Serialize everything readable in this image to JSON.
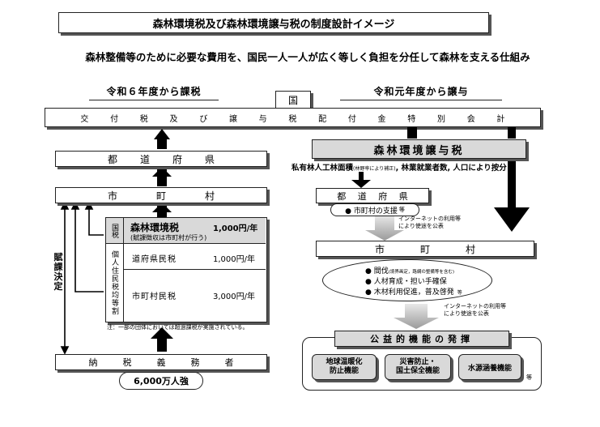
{
  "title": "森林環境税及び森林環境譲与税の制度設計イメージ",
  "subtitle": "森林整備等のために必要な費用を、国民一人一人が広く等しく負担を分任して森林を支える仕組み",
  "left_header": "令和６年度から課税",
  "right_header": "令和元年度から譲与",
  "kuni": "国",
  "kofuzei_row": [
    "交",
    "付",
    "税",
    "及",
    "び",
    "譲",
    "与",
    "税",
    "配",
    "付",
    "金",
    "特",
    "別",
    "会",
    "計"
  ],
  "left": {
    "todofuken": [
      "都",
      "道",
      "府",
      "県"
    ],
    "shichoson": [
      "市",
      "町",
      "村"
    ],
    "fuka_kettei": "賦課決定",
    "kuni_zei": "国税",
    "kojin_juminzei": "個人住民税均等割",
    "tax1_name": "森林環境税",
    "tax1_amount": "1,000円/年",
    "tax1_note": "(賦課徴収は市町村が行う)",
    "tax2_name": "道府県民税",
    "tax2_amount": "1,000円/年",
    "tax3_name": "市町村民税",
    "tax3_amount": "3,000円/年",
    "note": "注：一部の団体においては超過課税が実施されている。",
    "nozei": [
      "納",
      "税",
      "義",
      "務",
      "者"
    ],
    "population": "6,000万人強"
  },
  "right": {
    "joyo_zei": "森林環境譲与税",
    "allocation": "私有林人工林面積",
    "allocation_small": "(林野率により補正)",
    "allocation_rest": ", 林業就業者数, 人口により按分",
    "todofuken": [
      "都",
      "道",
      "府",
      "県"
    ],
    "support": "● 市町村の支援",
    "support_etc": "等",
    "internet1": "インターネットの利用等\nにより使途を公表",
    "shichoson": [
      "市",
      "町",
      "村"
    ],
    "uses": [
      {
        "text": "● 間伐",
        "small": "(境界画定，路網の整備等を含む)"
      },
      {
        "text": "● 人材育成・担い手確保",
        "small": ""
      },
      {
        "text": "● 木材利用促進，普及啓発",
        "small": "等"
      }
    ],
    "internet2": "インターネットの利用等\nにより使途を公表",
    "koeki": "公益的機能の発揮",
    "func1": "地球温暖化\n防止機能",
    "func2": "災害防止・\n国土保全機能",
    "func3": "水源涵養機能",
    "func_etc": "等"
  },
  "colors": {
    "gray_box": "#d9d9d9",
    "line": "#222222"
  }
}
